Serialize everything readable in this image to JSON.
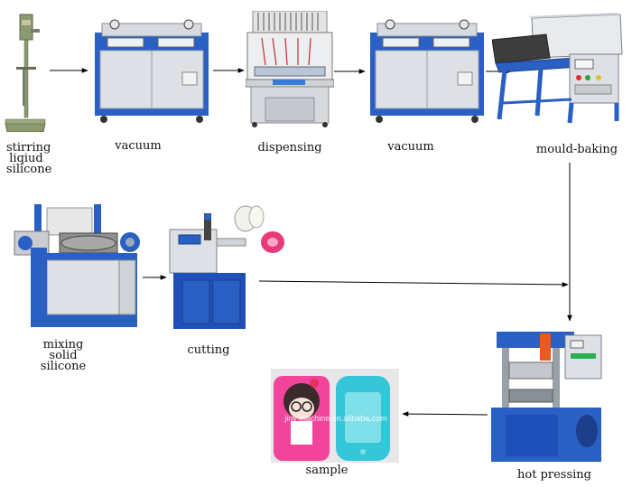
{
  "steps": {
    "stirring": "stirring\nliqiud\nsilicone",
    "vacuum_1": "vacuum",
    "dispensing": "dispensing",
    "vacuum_2": "vacuum",
    "mould_baking": "mould-baking",
    "mixing": "mixing\nsolid\nsilicone",
    "cutting": "cutting",
    "hot_pressing": "hot pressing",
    "sample": "sample"
  },
  "watermark": "jiny machine.en.alibaba.com",
  "colors": {
    "machine_blue": "#2a5fc4",
    "panel_gray": "#dde0e4",
    "sample_pink": "#f2449a",
    "sample_teal": "#35c6d8"
  }
}
